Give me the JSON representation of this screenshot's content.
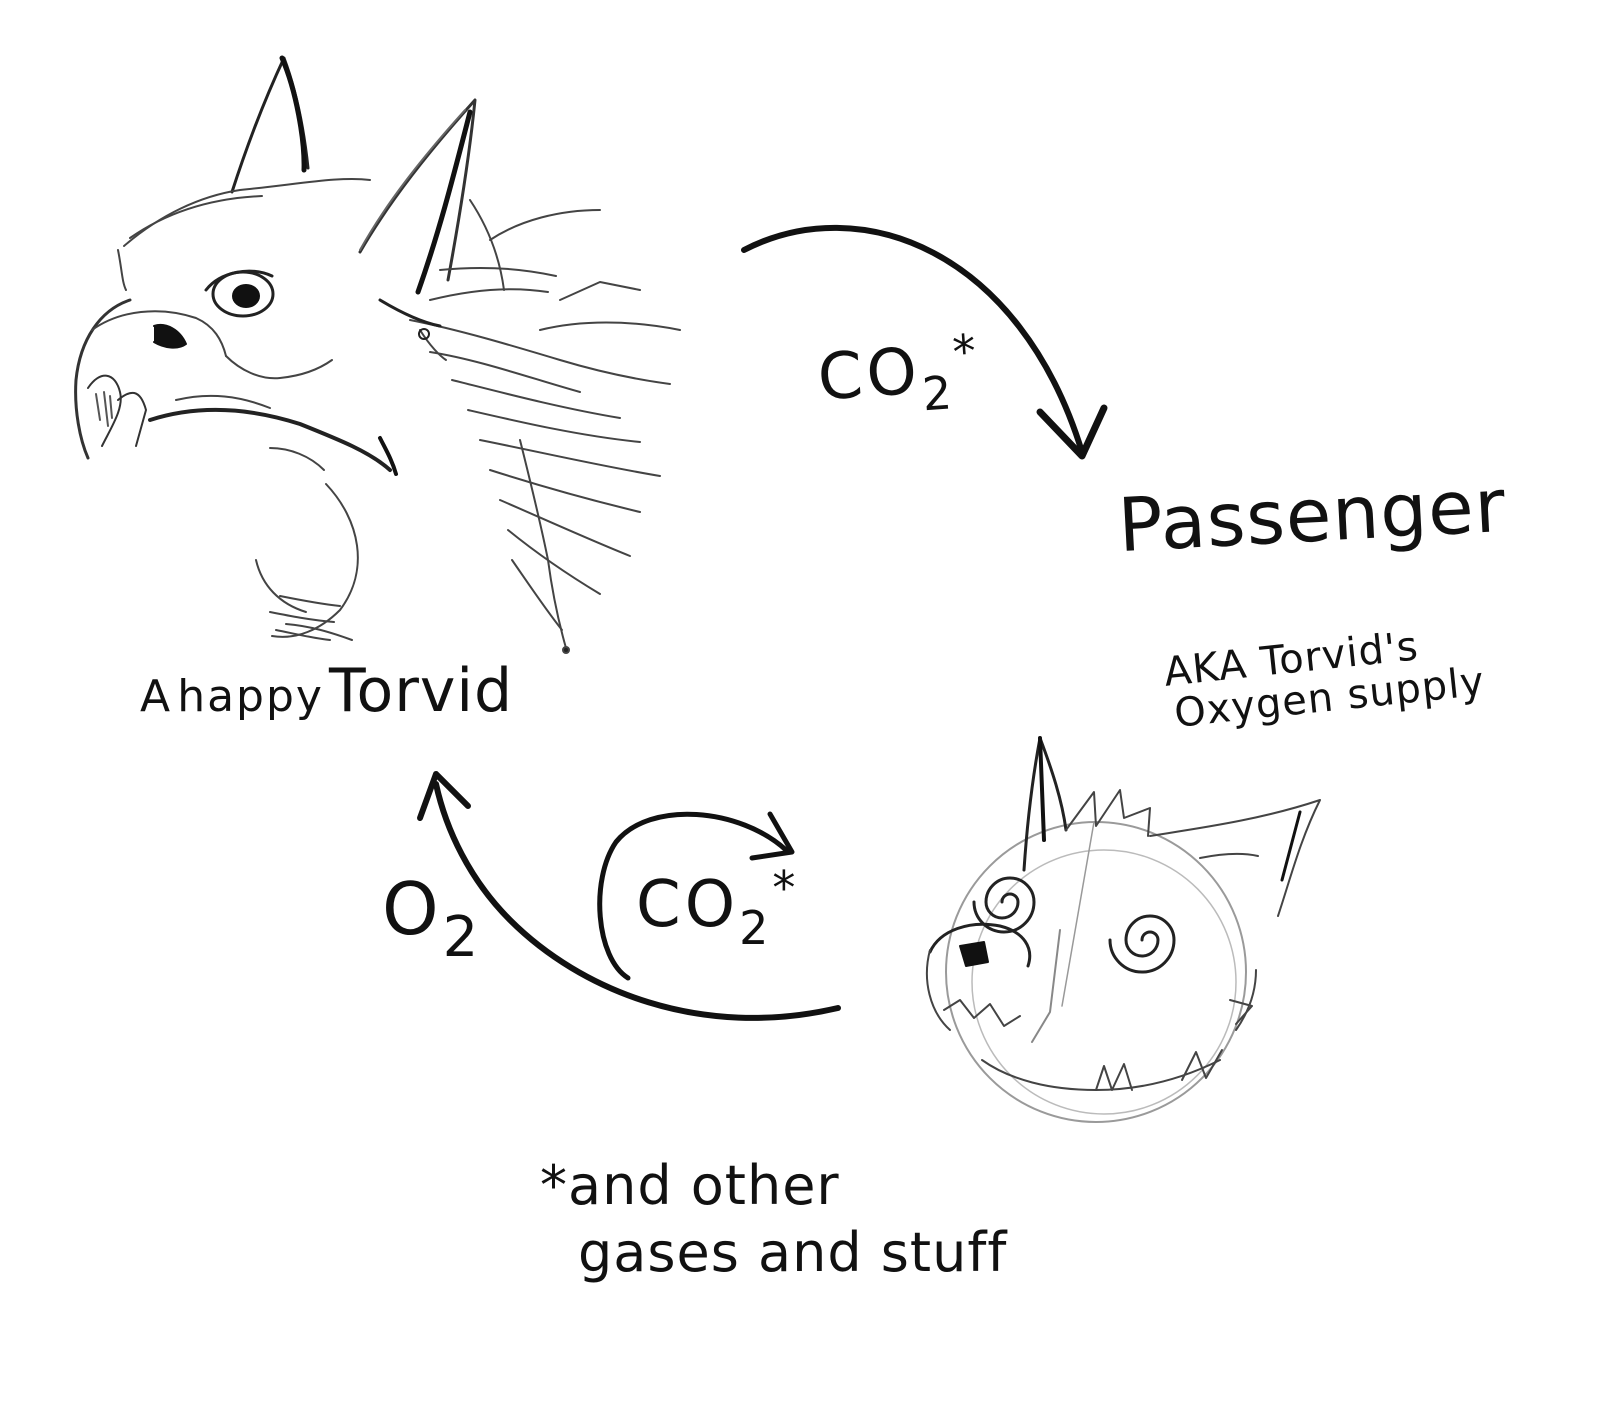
{
  "labels": {
    "torvid_a": "A",
    "torvid_happy": "happy",
    "torvid_name": "Torvid",
    "passenger": "Passenger",
    "aka_line1": "AKA Torvid's",
    "aka_line2": "Oxygen supply"
  },
  "gases": {
    "co2_top_base": "CO",
    "co2_top_sub": "2",
    "co2_top_mark": "*",
    "co2_loop_base": "CO",
    "co2_loop_sub": "2",
    "co2_loop_mark": "*",
    "o2_base": "O",
    "o2_sub": "2"
  },
  "footnote": {
    "line1": "*and other",
    "line2": "gases and stuff"
  },
  "colors": {
    "ink": "#111111",
    "sketch": "#555555",
    "faint": "#9a9a9a",
    "background": "#ffffff"
  }
}
